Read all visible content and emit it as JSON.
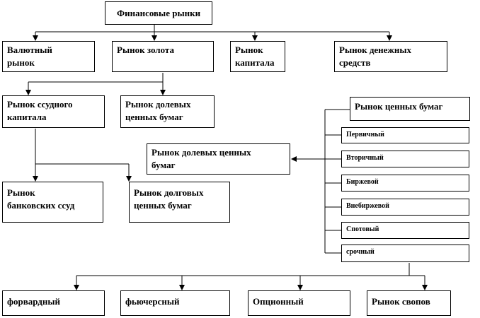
{
  "diagram": {
    "root": "Финансовые рынки",
    "level1": {
      "currency": "Валютный\nрынок",
      "gold": "Рынок золота",
      "capital": "Рынок\nкапитала",
      "money": "Рынок денежных\nсредств"
    },
    "capital_children": {
      "loan": "Рынок ссудного\nкапитала",
      "equity": "Рынок долевых\nценных бумаг"
    },
    "loan_children": {
      "bank_loans": "Рынок\nбанковских ссуд",
      "debt": "Рынок долговых\nценных бумаг"
    },
    "securities": {
      "title": "Рынок ценных бумаг",
      "equity_branch": "Рынок долевых ценных\nбумаг",
      "segments": [
        "Первичный",
        "Вторичный",
        "Биржевой",
        "Внебиржевой",
        "Спотовый",
        "срочный"
      ]
    },
    "derivatives": [
      "форвардный",
      "фьючерсный",
      "Опционный",
      "Рынок свопов"
    ]
  }
}
